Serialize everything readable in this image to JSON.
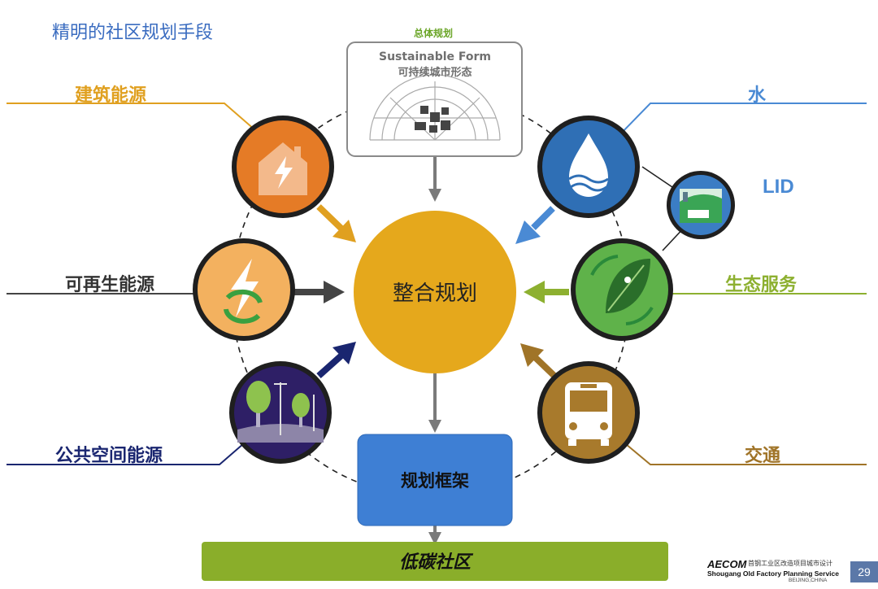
{
  "title": "精明的社区规划手段",
  "colors": {
    "building_energy": "#e0a020",
    "water": "#4a8ad4",
    "renewable": "#444444",
    "ecology": "#8db030",
    "public_space": "#1a2670",
    "transport": "#a07428",
    "center": "#e5a81c",
    "framework": "#3e7fd4",
    "low_carbon": "#8aae2a"
  },
  "nodes": {
    "overall_label": "总体规划",
    "sustainable_en": "Sustainable Form",
    "sustainable_cn": "可持续城市形态",
    "center_label": "整合规划",
    "framework_label": "规划框架",
    "low_carbon_label": "低碳社区"
  },
  "labels": {
    "building_energy": "建筑能源",
    "renewable_energy": "可再生能源",
    "public_space_energy": "公共空间能源",
    "water": "水",
    "lid": "LID",
    "ecosystem_services": "生态服务",
    "transport": "交通"
  },
  "icons": {
    "building_energy": "house-lightning-icon",
    "renewable": "lightning-recycle-icon",
    "public_space": "trees-streetlight-icon",
    "water": "water-drop-icon",
    "lid": "rain-garden-icon",
    "ecology": "leaf-cycle-icon",
    "transport": "bus-icon"
  },
  "footer": {
    "brand": "AECOM",
    "brand_cn": "首钢工业区改造项目城市设计",
    "brand_en": "Shougang Old Factory Planning Service",
    "brand_loc": "BEIJING,CHINA",
    "page": "29"
  }
}
